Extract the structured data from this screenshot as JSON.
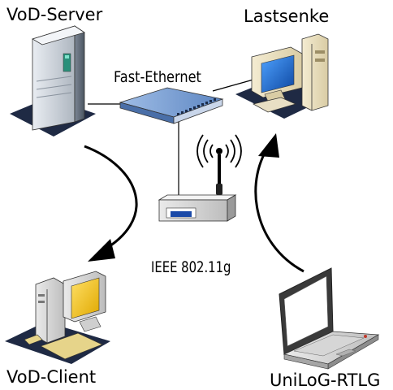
{
  "labels": {
    "vod_server": "VoD-Server",
    "lastsenke": "Lastsenke",
    "fast_ethernet": "Fast-Ethernet",
    "ieee": "IEEE 802.11g",
    "vod_client": "VoD-Client",
    "unilog": "UniLoG-RTLG"
  },
  "icons": [
    "server-icon",
    "switch-icon",
    "desktop-icon",
    "access-point-icon",
    "wifi-waves-icon",
    "client-pc-icon",
    "laptop-icon"
  ],
  "colors": {
    "stroke": "#000000",
    "shadow": "#1f2a44",
    "switch": "#6f97cf",
    "client_screen": "#f5c516",
    "screen_blue": "#1b63c2"
  }
}
